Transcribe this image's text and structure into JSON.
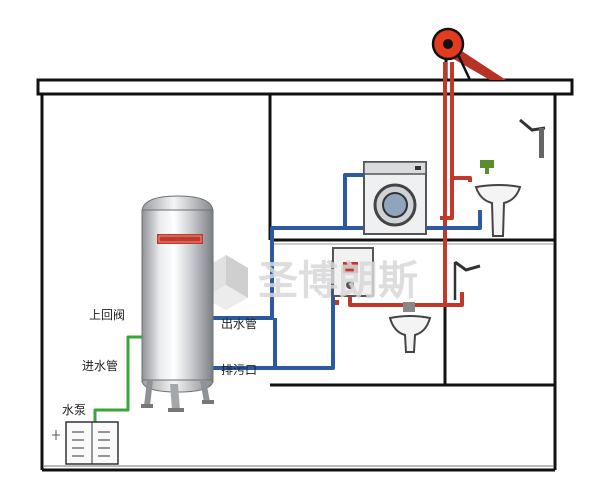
{
  "labels": {
    "return_valve": "上回阀",
    "inlet_pipe": "进水管",
    "water_pump": "水泵",
    "outlet_pipe": "出水管",
    "drain_outlet": "排污口"
  },
  "watermark": "圣博朗斯",
  "colors": {
    "hot_pipe": "#c0392b",
    "cold_pipe": "#2c5aa0",
    "inlet_pipe": "#3aa63a",
    "wall": "#111111",
    "solar_head": "#e23b1f"
  }
}
